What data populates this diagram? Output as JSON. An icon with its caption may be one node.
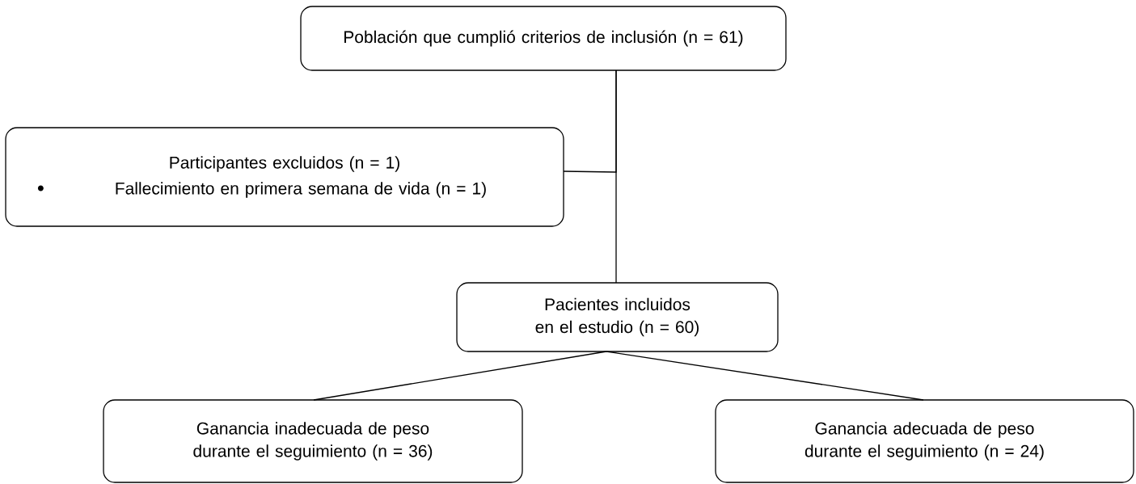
{
  "diagram": {
    "nodes": [
      {
        "text": [
          "Población que cumplió criterios de inclusión (n = 61)"
        ]
      },
      {
        "text": [
          "Participantes excluidos (n = 1)",
          "Fallecimiento en primera semana de vida (n = 1)"
        ]
      },
      {
        "text": [
          "Pacientes incluidos en el estudio (n = 60)"
        ]
      },
      {
        "text": [
          "Ganancia inadecuada de peso durante el seguimiento (n = 36)"
        ]
      },
      {
        "text": [
          "Ganancia adecuada de peso durante el seguimiento (n = 24)"
        ]
      }
    ],
    "edges": [
      {
        "from": 0,
        "to": 2,
        "arrow": "none"
      },
      {
        "from": 0,
        "to": 1,
        "arrow": "none"
      },
      {
        "from": 2,
        "to": 3,
        "arrow": "none"
      },
      {
        "from": 2,
        "to": 4,
        "arrow": "none"
      }
    ]
  }
}
